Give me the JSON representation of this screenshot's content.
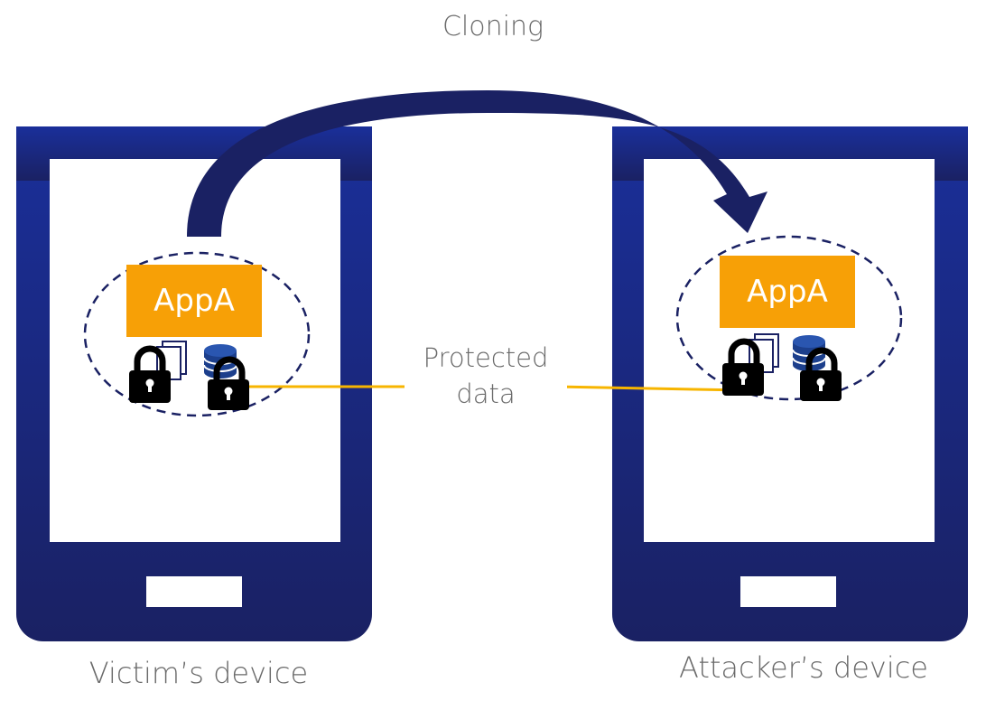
{
  "title": "Cloning",
  "victim_device": {
    "label": "Victim’s device",
    "app_label": "AppA"
  },
  "attacker_device": {
    "label": "Attacker’s device",
    "app_label": "AppA"
  },
  "protected_data": {
    "line1": "Protected",
    "line2": "data"
  },
  "colors": {
    "device_dark": "#1a2163",
    "device_light": "#1a2f9a",
    "arrow": "#1a2163",
    "app_box": "#f7a006",
    "connector": "#f7b500",
    "text": "#6a6a6a",
    "database": "#1c3f8c"
  },
  "icons": [
    "lock-icon",
    "documents-icon",
    "database-icon",
    "smartphone-icon",
    "curved-arrow-icon"
  ]
}
